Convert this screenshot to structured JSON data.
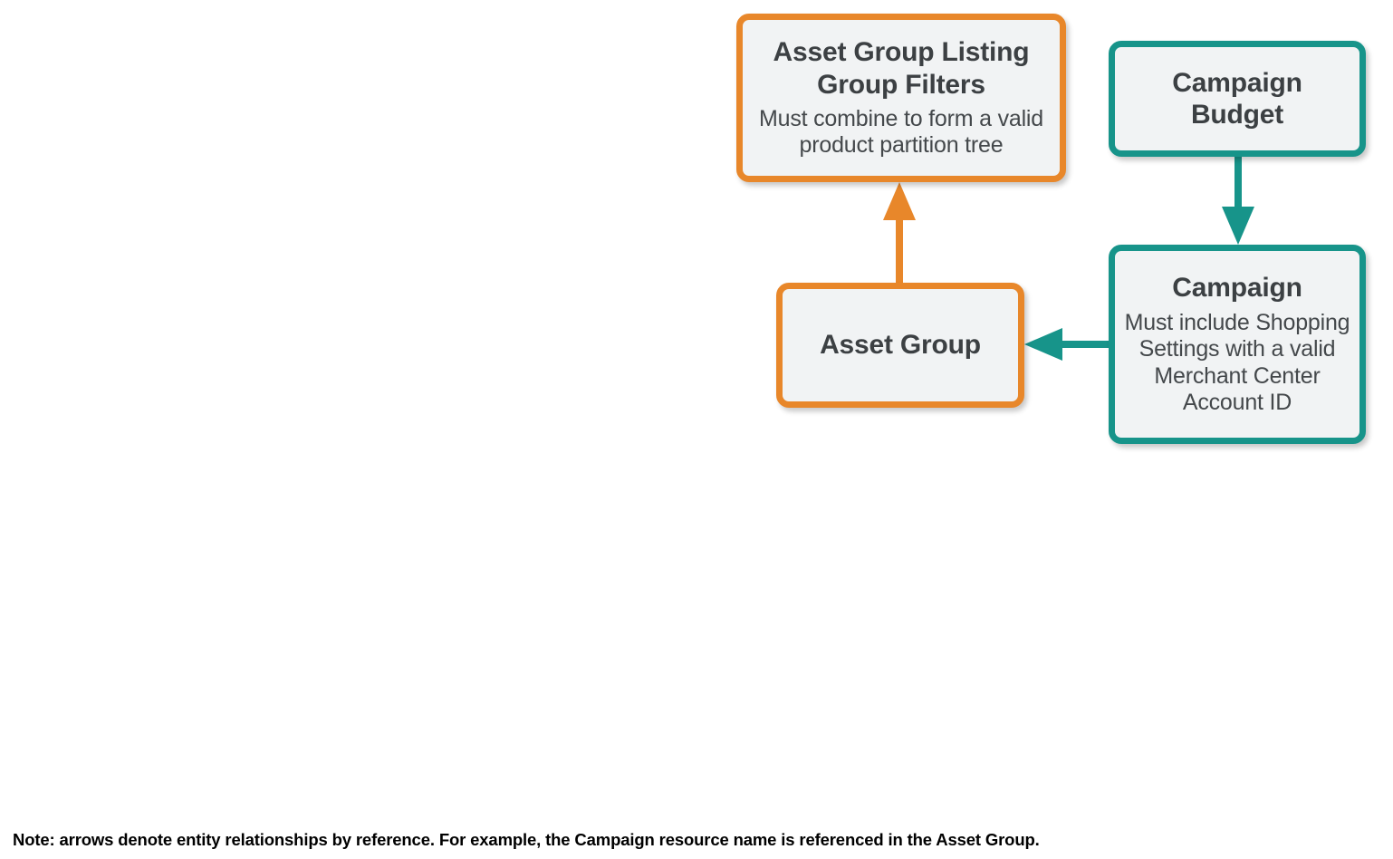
{
  "diagram": {
    "nodes": [
      {
        "id": "asset-group-listing-group-filters",
        "title": "Asset Group Listing Group Filters",
        "subtitle": "Must combine to form a valid product partition tree",
        "color": "#e8872a",
        "fill": "#f1f3f4"
      },
      {
        "id": "asset-group",
        "title": "Asset Group",
        "subtitle": "",
        "color": "#e8872a",
        "fill": "#f1f3f4"
      },
      {
        "id": "campaign-budget",
        "title": "Campaign Budget",
        "subtitle": "",
        "color": "#17948a",
        "fill": "#f1f3f4"
      },
      {
        "id": "campaign",
        "title": "Campaign",
        "subtitle": "Must include Shopping Settings with a valid Merchant Center Account ID",
        "color": "#17948a",
        "fill": "#f1f3f4"
      }
    ],
    "edges": [
      {
        "id": "asset-group-to-listing-group-filters",
        "from": "asset-group",
        "to": "asset-group-listing-group-filters",
        "direction": "up",
        "color": "#e8872a"
      },
      {
        "id": "campaign-budget-to-campaign",
        "from": "campaign-budget",
        "to": "campaign",
        "direction": "down",
        "color": "#17948a"
      },
      {
        "id": "campaign-to-asset-group",
        "from": "campaign",
        "to": "asset-group",
        "direction": "left",
        "color": "#17948a"
      }
    ],
    "footnote": "Note: arrows denote entity relationships by reference. For example, the Campaign resource name is referenced in the Asset Group."
  }
}
